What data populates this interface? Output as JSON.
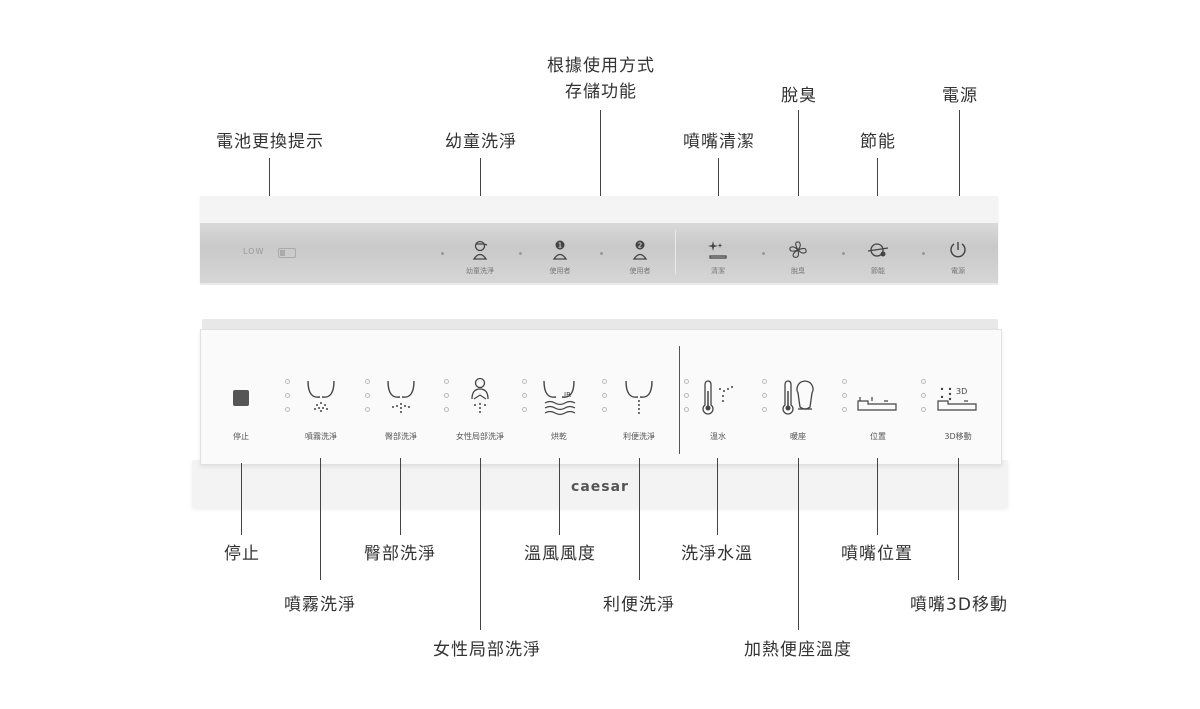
{
  "callouts_top": {
    "battery": "電池更換提示",
    "kids": "幼童洗淨",
    "memory_line1": "根據使用方式",
    "memory_line2": "存儲功能",
    "nozzle_clean": "噴嘴清潔",
    "deodorize": "脫臭",
    "eco": "節能",
    "power": "電源"
  },
  "top_panel": {
    "low_label": "LOW",
    "buttons": [
      {
        "label": "幼童洗淨",
        "icon": "child-icon"
      },
      {
        "label": "使用者",
        "icon": "user-1-icon"
      },
      {
        "label": "使用者",
        "icon": "user-2-icon"
      },
      {
        "label": "清潔",
        "icon": "sparkle-clean-icon"
      },
      {
        "label": "脫臭",
        "icon": "fan-icon"
      },
      {
        "label": "節能",
        "icon": "eco-icon"
      },
      {
        "label": "電源",
        "icon": "power-icon"
      }
    ]
  },
  "bottom_panel": {
    "brand": "caesar",
    "buttons": [
      {
        "label": "停止",
        "icon": "stop-icon"
      },
      {
        "label": "噴霧洗淨",
        "icon": "spray-wash-icon"
      },
      {
        "label": "臀部洗淨",
        "icon": "rear-wash-icon"
      },
      {
        "label": "女性局部洗淨",
        "icon": "feminine-wash-icon"
      },
      {
        "label": "烘乾",
        "icon": "dryer-icon"
      },
      {
        "label": "利便洗淨",
        "icon": "bowel-wash-icon"
      },
      {
        "label": "溫水",
        "icon": "water-temp-icon"
      },
      {
        "label": "暖座",
        "icon": "seat-temp-icon"
      },
      {
        "label": "位置",
        "icon": "nozzle-position-icon"
      },
      {
        "label": "3D移動",
        "icon": "nozzle-3d-icon"
      }
    ]
  },
  "callouts_bottom": {
    "stop": "停止",
    "spray": "噴霧洗淨",
    "rear": "臀部洗淨",
    "feminine": "女性局部洗淨",
    "dry_temp": "溫風風度",
    "bowel": "利便洗淨",
    "water_temp": "洗淨水溫",
    "seat_temp": "加熱便座溫度",
    "position": "噴嘴位置",
    "move3d": "噴嘴3D移動"
  },
  "colors": {
    "line": "#444444",
    "panel_face": "#cfcfcf",
    "text": "#333333"
  }
}
